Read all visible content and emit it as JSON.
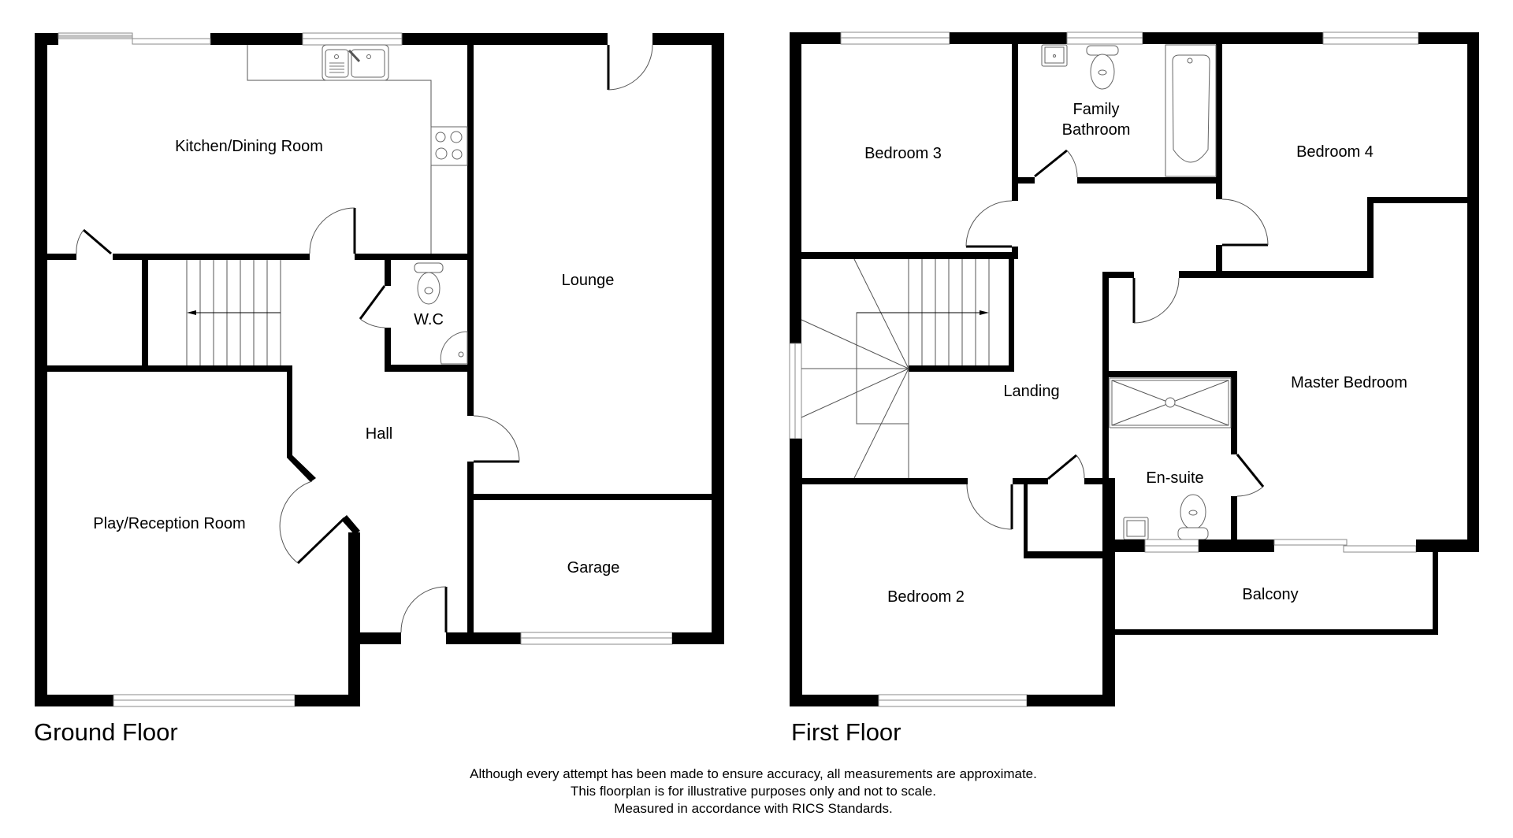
{
  "ground_floor": {
    "title": "Ground Floor",
    "rooms": {
      "kitchen": "Kitchen/Dining Room",
      "lounge": "Lounge",
      "wc": "W.C",
      "hall": "Hall",
      "play_reception": "Play/Reception Room",
      "garage": "Garage"
    }
  },
  "first_floor": {
    "title": "First Floor",
    "rooms": {
      "bedroom3": "Bedroom 3",
      "family_bathroom_line1": "Family",
      "family_bathroom_line2": "Bathroom",
      "bedroom4": "Bedroom 4",
      "landing": "Landing",
      "master_bedroom": "Master Bedroom",
      "ensuite": "En-suite",
      "bedroom2": "Bedroom 2",
      "balcony": "Balcony"
    }
  },
  "disclaimer": {
    "line1": "Although every attempt has been made to ensure accuracy, all measurements are approximate.",
    "line2": "This floorplan is for illustrative purposes only and not to scale.",
    "line3": "Measured in accordance with RICS Standards."
  },
  "colors": {
    "wall": "#000000",
    "background": "#ffffff",
    "fixture_line": "#666666"
  }
}
